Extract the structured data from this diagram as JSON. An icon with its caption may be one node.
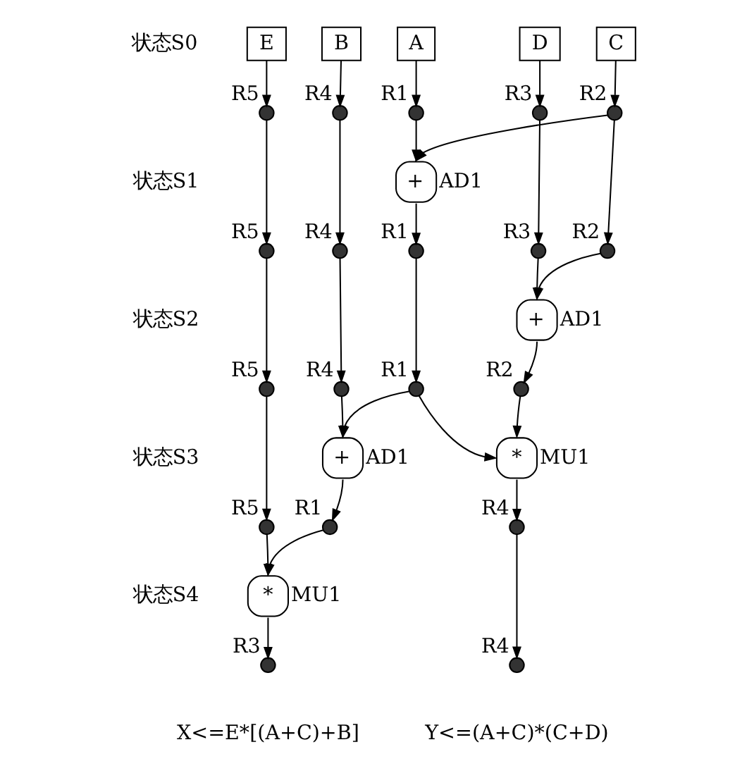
{
  "diagram": {
    "nodes": [
      {
        "text": [
          "E"
        ]
      },
      {
        "text": [
          "B"
        ]
      },
      {
        "text": [
          "A"
        ]
      },
      {
        "text": [
          "C"
        ]
      },
      {
        "text": [
          "D"
        ]
      },
      {
        "text": [],
        "shape": "circle",
        "beside": [
          "R5"
        ]
      },
      {
        "text": [],
        "shape": "circle",
        "beside": [
          "R4"
        ]
      },
      {
        "text": [],
        "shape": "circle",
        "beside": [
          "R1"
        ]
      },
      {
        "text": [],
        "shape": "circle",
        "beside": [
          "R2"
        ]
      },
      {
        "text": [],
        "shape": "circle",
        "beside": [
          "R3"
        ]
      },
      {
        "text": [
          "+"
        ],
        "beside": [
          "AD1"
        ]
      },
      {
        "text": [],
        "shape": "circle",
        "beside": [
          "R5"
        ]
      },
      {
        "text": [],
        "shape": "circle",
        "beside": [
          "R4"
        ]
      },
      {
        "text": [],
        "shape": "circle",
        "beside": [
          "R1"
        ]
      },
      {
        "text": [],
        "shape": "circle",
        "beside": [
          "R2"
        ]
      },
      {
        "text": [],
        "shape": "circle",
        "beside": [
          "R3"
        ]
      },
      {
        "text": [
          "+"
        ],
        "beside": [
          "AD1"
        ]
      },
      {
        "text": [],
        "shape": "circle",
        "beside": [
          "R5"
        ]
      },
      {
        "text": [],
        "shape": "circle",
        "beside": [
          "R4"
        ]
      },
      {
        "text": [],
        "shape": "circle",
        "beside": [
          "R1"
        ]
      },
      {
        "text": [],
        "shape": "circle",
        "beside": [
          "R2"
        ]
      },
      {
        "text": [
          "+"
        ],
        "beside": [
          "AD1"
        ]
      },
      {
        "text": [
          "*"
        ],
        "beside": [
          "MU1"
        ]
      },
      {
        "text": [],
        "shape": "circle",
        "beside": [
          "R5"
        ]
      },
      {
        "text": [],
        "shape": "circle",
        "beside": [
          "R1"
        ]
      },
      {
        "text": [],
        "shape": "circle",
        "beside": [
          "R4"
        ]
      },
      {
        "text": [
          "*"
        ],
        "beside": [
          "MU1"
        ]
      },
      {
        "text": [],
        "shape": "circle",
        "beside": [
          "R3"
        ]
      },
      {
        "text": [],
        "shape": "circle",
        "beside": [
          "R4"
        ]
      }
    ],
    "edges": [
      {
        "from": 0,
        "to": 5,
        "arrow": "to"
      },
      {
        "from": 1,
        "to": 6,
        "arrow": "to"
      },
      {
        "from": 2,
        "to": 7,
        "arrow": "to"
      },
      {
        "from": 3,
        "to": 8,
        "arrow": "to"
      },
      {
        "from": 4,
        "to": 9,
        "arrow": "to"
      },
      {
        "from": 7,
        "to": 10,
        "arrow": "to"
      },
      {
        "from": 8,
        "to": 10,
        "arrow": "to"
      },
      {
        "from": 5,
        "to": 11,
        "arrow": "to"
      },
      {
        "from": 6,
        "to": 12,
        "arrow": "to"
      },
      {
        "from": 10,
        "to": 13,
        "arrow": "to"
      },
      {
        "from": 8,
        "to": 14,
        "arrow": "to"
      },
      {
        "from": 9,
        "to": 15,
        "arrow": "to"
      },
      {
        "from": 14,
        "to": 16,
        "arrow": "to"
      },
      {
        "from": 15,
        "to": 16,
        "arrow": "to"
      },
      {
        "from": 11,
        "to": 17,
        "arrow": "to"
      },
      {
        "from": 12,
        "to": 18,
        "arrow": "to"
      },
      {
        "from": 13,
        "to": 19,
        "arrow": "to"
      },
      {
        "from": 16,
        "to": 20,
        "arrow": "to"
      },
      {
        "from": 18,
        "to": 21,
        "arrow": "to"
      },
      {
        "from": 19,
        "to": 21,
        "arrow": "to"
      },
      {
        "from": 19,
        "to": 22,
        "arrow": "to"
      },
      {
        "from": 20,
        "to": 22,
        "arrow": "to"
      },
      {
        "from": 17,
        "to": 23,
        "arrow": "to"
      },
      {
        "from": 21,
        "to": 24,
        "arrow": "to"
      },
      {
        "from": 22,
        "to": 25,
        "arrow": "to"
      },
      {
        "from": 23,
        "to": 26,
        "arrow": "to"
      },
      {
        "from": 24,
        "to": 26,
        "arrow": "to"
      },
      {
        "from": 26,
        "to": 27,
        "arrow": "to"
      },
      {
        "from": 25,
        "to": 28,
        "arrow": "to"
      }
    ],
    "labels": [
      "状态S0",
      "状态S1",
      "状态S2",
      "状态S3",
      "状态S4",
      "X<=E*[(A+C)+B]",
      "Y<=(A+C)*(C+D)"
    ]
  }
}
